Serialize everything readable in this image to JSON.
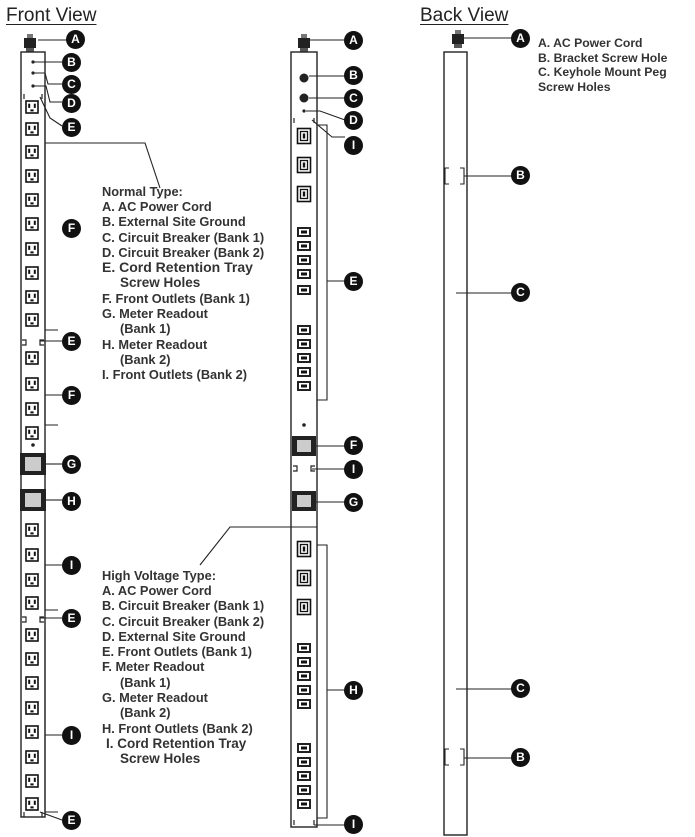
{
  "front_view": {
    "heading": "Front View",
    "normal_type": {
      "title": "Normal Type:",
      "items": [
        "A. AC Power Cord",
        "B. External Site Ground",
        "C. Circuit Breaker (Bank 1)",
        "D. Circuit Breaker (Bank 2)",
        "E. Cord Retention Tray",
        "Screw Holes",
        "F. Front Outlets (Bank 1)",
        "G. Meter Readout",
        "(Bank 1)",
        "H. Meter Readout",
        "(Bank 2)",
        "I.  Front Outlets (Bank 2)"
      ]
    },
    "high_voltage_type": {
      "title": "High Voltage Type:",
      "items": [
        "A. AC Power Cord",
        "B. Circuit Breaker (Bank 1)",
        "C. Circuit Breaker (Bank 2)",
        "D. External Site Ground",
        "E. Front Outlets (Bank 1)",
        "F. Meter Readout",
        "(Bank 1)",
        "G. Meter Readout",
        "(Bank 2)",
        "H. Front Outlets (Bank 2)",
        "I. Cord Retention Tray",
        "Screw Holes"
      ]
    },
    "normal_callouts": [
      "A",
      "B",
      "C",
      "D",
      "E",
      "F",
      "E",
      "F",
      "G",
      "H",
      "I",
      "E",
      "I",
      "E"
    ],
    "hv_callouts": [
      "A",
      "B",
      "C",
      "D",
      "I",
      "E",
      "F",
      "I",
      "G",
      "H",
      "I"
    ]
  },
  "back_view": {
    "heading": "Back View",
    "items": [
      "A. AC Power Cord",
      "B. Bracket Screw Hole",
      "C. Keyhole Mount Peg",
      "Screw Holes"
    ],
    "callouts": [
      "A",
      "B",
      "C",
      "C",
      "B"
    ]
  }
}
